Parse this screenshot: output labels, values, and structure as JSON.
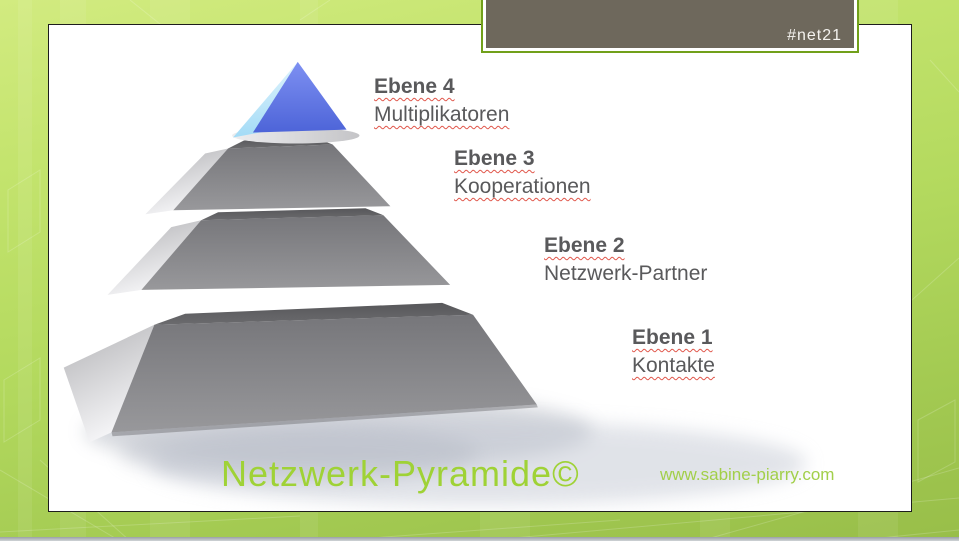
{
  "slide": {
    "banner": {
      "hashtag": "#net21"
    },
    "levels": [
      {
        "label": "Ebene 4",
        "name": "Multiplikatoren"
      },
      {
        "label": "Ebene 3",
        "name": "Kooperationen"
      },
      {
        "label": "Ebene 2",
        "name": "Netzwerk-Partner"
      },
      {
        "label": "Ebene 1",
        "name": "Kontakte"
      }
    ],
    "title": "Netzwerk-Pyramide©",
    "website": "www.sabine-piarry.com"
  },
  "colors": {
    "background_green": "#aed55c",
    "banner_fill": "#6e685c",
    "banner_frame": "#71a01a",
    "title_green": "#9fd236",
    "website_green": "#a2cf4a",
    "label_text": "#59595b",
    "spellcheck_red": "#e0564a",
    "cap_front_blue": "#5b74e8",
    "cap_side_cyan": "#bfe7f9",
    "layer_front_gray": "#87878b",
    "layer_top_gray": "#626265",
    "layer_side_gray": "#d9d9db"
  }
}
